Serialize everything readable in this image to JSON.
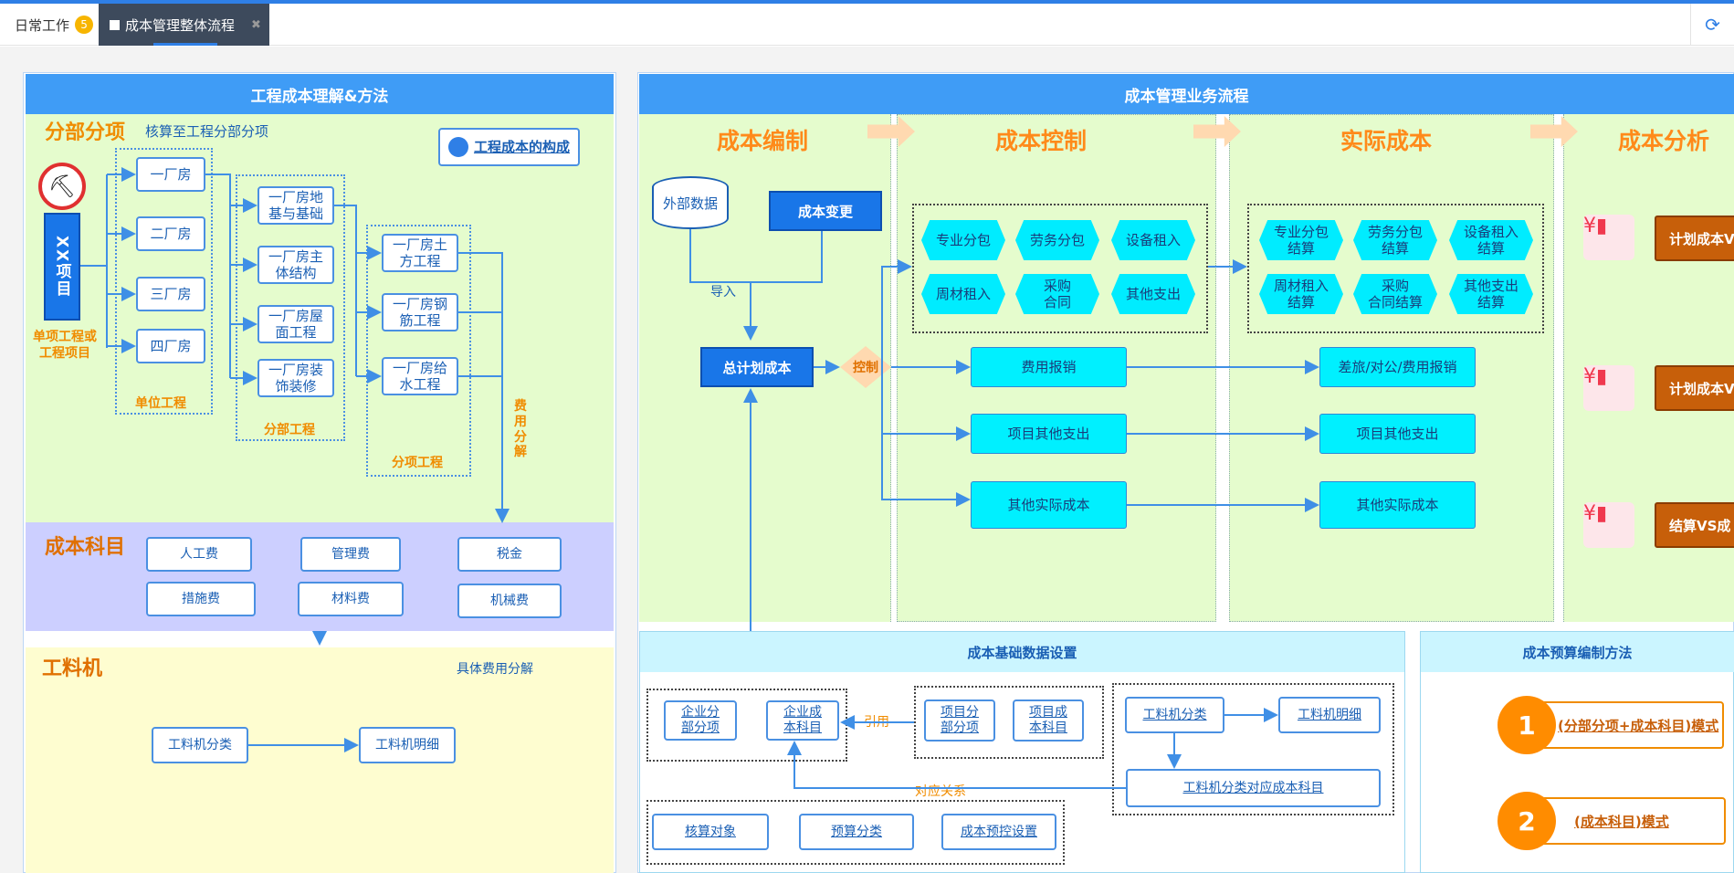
{
  "tabs": [
    {
      "label": "日常工作",
      "badge": "5"
    },
    {
      "label": "成本管理整体流程",
      "close": "✖"
    }
  ],
  "left": {
    "header": "工程成本理解&方法",
    "fenbu": {
      "title": "分部分项",
      "subtitle": "核算至工程分部分项",
      "composition_button": "工程成本的构成",
      "project_label": "XX项目",
      "project_caption": "单项工程或工程项目",
      "units": [
        "一厂房",
        "二厂房",
        "三厂房",
        "四厂房"
      ],
      "units_caption": "单位工程",
      "subdivisions": [
        "一厂房地基与基础",
        "一厂房主体结构",
        "一厂房屋面工程",
        "一厂房装饰装修"
      ],
      "subdivisions_caption": "分部工程",
      "items": [
        "一厂房土方工程",
        "一厂房钢筋工程",
        "一厂房给水工程"
      ],
      "items_caption": "分项工程",
      "cost_split": "费用分解"
    },
    "subjects": {
      "title": "成本科目",
      "row1": [
        "人工费",
        "管理费",
        "税金"
      ],
      "row2": [
        "措施费",
        "材料费",
        "机械费"
      ]
    },
    "glj": {
      "title": "工料机",
      "subtitle": "具体费用分解",
      "a": "工料机分类",
      "b": "工料机明细"
    }
  },
  "right": {
    "header": "成本管理业务流程",
    "stages": [
      "成本编制",
      "成本控制",
      "实际成本",
      "成本分析"
    ],
    "compile": {
      "external": "外部数据",
      "change": "成本变更",
      "import": "导入",
      "total": "总计划成本",
      "control": "控制"
    },
    "control_items": [
      [
        "专业分包",
        "劳务分包",
        "设备租入"
      ],
      [
        "周材租入",
        "采购\n合同",
        "其他支出"
      ]
    ],
    "control_bars": [
      "费用报销",
      "项目其他支出",
      "其他实际成本"
    ],
    "actual_items": [
      [
        "专业分包\n结算",
        "劳务分包\n结算",
        "设备租入\n结算"
      ],
      [
        "周材租入\n结算",
        "采购\n合同结算",
        "其他支出\n结算"
      ]
    ],
    "actual_bars": [
      "差旅/对公/费用报销",
      "项目其他支出",
      "其他实际成本"
    ],
    "analysis": [
      "计划成本VS",
      "计划成本VS",
      "结算VS成"
    ]
  },
  "basic": {
    "header": "成本基础数据设置",
    "enterprise": [
      "企业分\n部分项",
      "企业成\n本科目"
    ],
    "ref": "引用",
    "project": [
      "项目分\n部分项",
      "项目成\n本科目"
    ],
    "glj_cls": "工料机分类",
    "glj_detail": "工料机明细",
    "glj_map": "工料机分类对应成本科目",
    "relation": "对应关系",
    "bottom": [
      "核算对象",
      "预算分类",
      "成本预控设置"
    ]
  },
  "budget": {
    "header": "成本预算编制方法",
    "modes": [
      {
        "n": "1",
        "t": "(分部分项+成本科目)模式"
      },
      {
        "n": "2",
        "t": "(成本科目)模式"
      }
    ]
  },
  "colors": {
    "accent": "#3f9cf6",
    "orange": "#f08c00",
    "cyan": "#00f0ff"
  }
}
